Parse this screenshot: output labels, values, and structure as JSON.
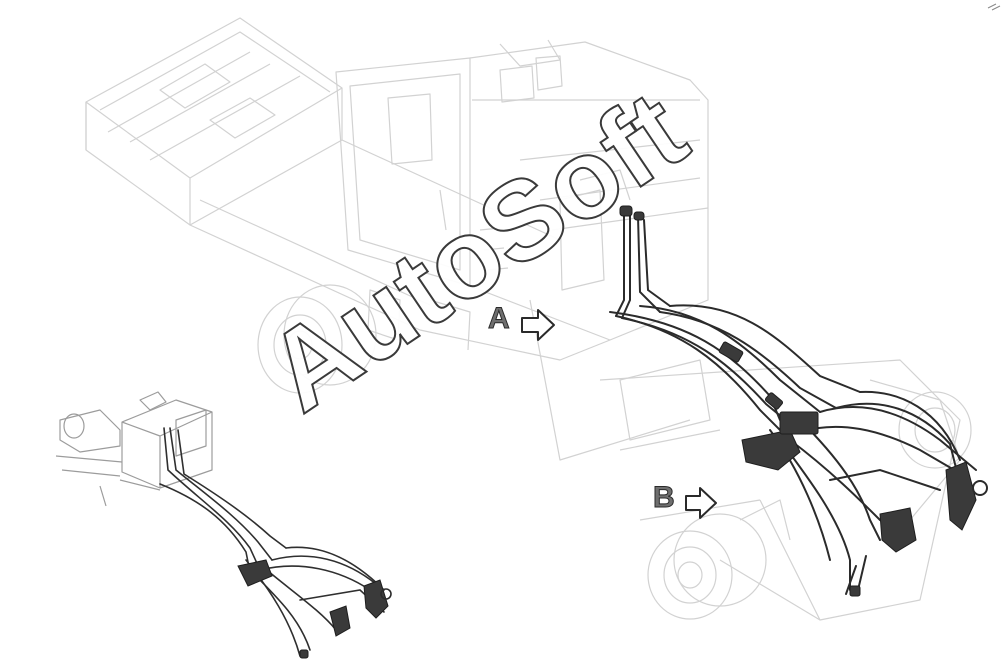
{
  "diagram": {
    "callouts": [
      {
        "id": "a",
        "label": "A"
      },
      {
        "id": "b",
        "label": "B"
      }
    ],
    "watermark": "AutoSoft",
    "colors": {
      "background": "#ffffff",
      "ghost_line": "#cfcfcf",
      "hose_line": "#2b2b2b",
      "callout_fill": "#6f6f6f"
    }
  }
}
